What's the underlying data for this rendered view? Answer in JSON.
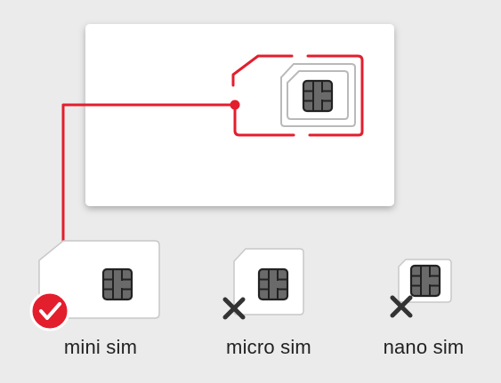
{
  "labels": {
    "mini": "mini sim",
    "micro": "micro sim",
    "nano": "nano sim"
  },
  "status": {
    "mini": "check",
    "micro": "cross",
    "nano": "cross"
  },
  "colors": {
    "background": "#ebebeb",
    "card": "#ffffff",
    "highlight": "#e31e2d",
    "chip": "#6a6a6a",
    "chip_stroke": "#222222",
    "cross": "#333333",
    "outline": "#b9b9b9"
  },
  "icons": [
    "check-icon",
    "cross-icon",
    "chip-icon"
  ]
}
